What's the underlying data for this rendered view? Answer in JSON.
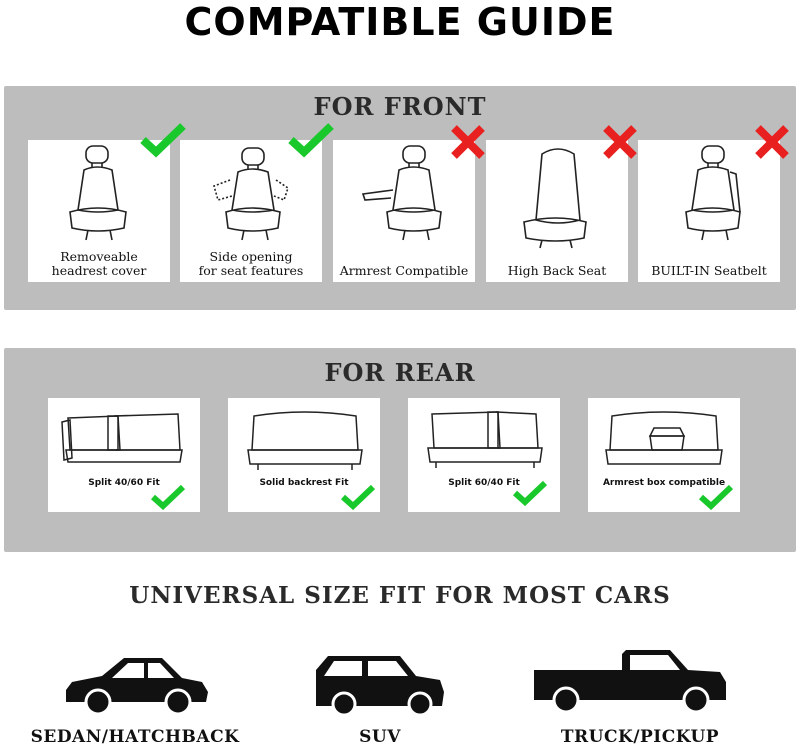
{
  "title": "COMPATIBLE GUIDE",
  "front": {
    "heading": "FOR FRONT",
    "items": [
      {
        "label_lines": [
          "Removeable",
          "headrest cover"
        ],
        "compatible": true
      },
      {
        "label_lines": [
          "Side opening",
          "for seat features"
        ],
        "compatible": true
      },
      {
        "label_lines": [
          "Armrest Compatible"
        ],
        "compatible": false
      },
      {
        "label_lines": [
          "High Back Seat"
        ],
        "compatible": false
      },
      {
        "label_lines": [
          "BUILT-IN Seatbelt"
        ],
        "compatible": false
      }
    ]
  },
  "rear": {
    "heading": "FOR REAR",
    "items": [
      {
        "label": "Split 40/60 Fit",
        "compatible": true
      },
      {
        "label": "Solid backrest Fit",
        "compatible": true
      },
      {
        "label": "Split 60/40 Fit",
        "compatible": true
      },
      {
        "label": "Armrest box compatible",
        "compatible": true
      }
    ]
  },
  "subtitle": "UNIVERSAL SIZE FIT FOR MOST CARS",
  "vehicles": [
    {
      "label": "SEDAN/HATCHBACK",
      "icon": "sedan-icon"
    },
    {
      "label": "SUV",
      "icon": "suv-icon"
    },
    {
      "label": "TRUCK/PICKUP",
      "icon": "truck-icon"
    }
  ],
  "colors": {
    "check": "#19c92b",
    "cross": "#e8201f",
    "panel": "#bdbdbd"
  }
}
